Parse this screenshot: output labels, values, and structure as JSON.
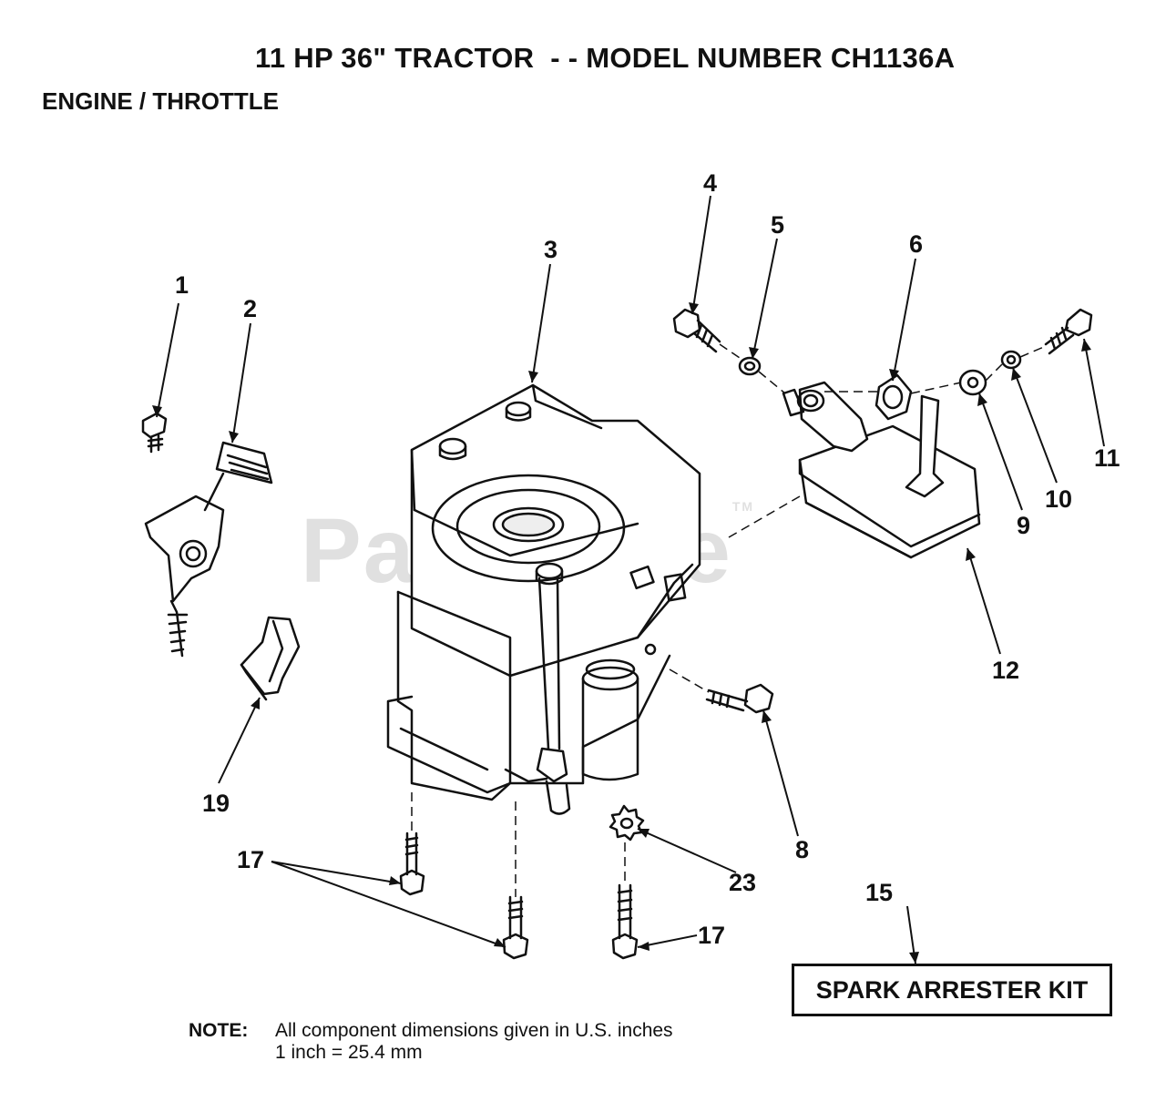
{
  "header": {
    "title": "11 HP 36\" TRACTOR  - - MODEL NUMBER CH1136A",
    "subtitle": "ENGINE / THROTTLE"
  },
  "watermark": {
    "text": "PartsTree",
    "mark": "TM"
  },
  "callouts": [
    "1",
    "2",
    "3",
    "4",
    "5",
    "6",
    "8",
    "9",
    "10",
    "11",
    "12",
    "15",
    "17",
    "17",
    "19",
    "23"
  ],
  "kit_box": {
    "label": "SPARK ARRESTER KIT"
  },
  "note": {
    "label": "NOTE:",
    "line1": "All component dimensions given in U.S. inches",
    "line2": "1 inch = 25.4 mm"
  }
}
